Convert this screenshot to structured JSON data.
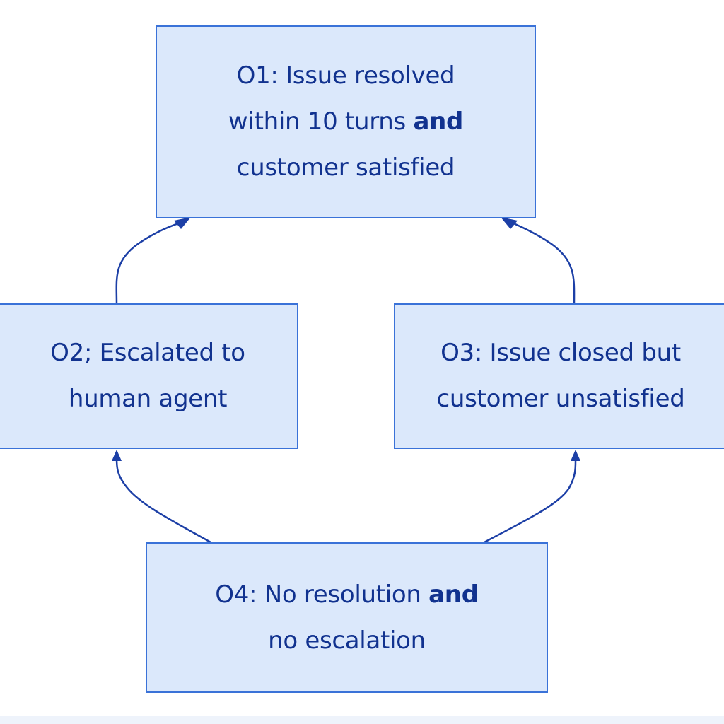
{
  "diagram": {
    "nodes": {
      "o1": {
        "line1": "O1: Issue resolved",
        "line2_pre": "within 10 turns ",
        "line2_bold": "and",
        "line3": "customer satisfied"
      },
      "o2": {
        "line1": "O2; Escalated to",
        "line2": "human agent"
      },
      "o3": {
        "line1": "O3: Issue closed but",
        "line2": "customer unsatisfied"
      },
      "o4": {
        "line1_pre": "O4: No resolution ",
        "line1_bold": "and",
        "line2": "no escalation"
      }
    },
    "edges": [
      {
        "from": "O2",
        "to": "O1"
      },
      {
        "from": "O3",
        "to": "O1"
      },
      {
        "from": "O4",
        "to": "O2"
      },
      {
        "from": "O4",
        "to": "O3"
      }
    ],
    "colors": {
      "node_fill": "#dbe8fb",
      "node_border": "#3a72d8",
      "text": "#11328f",
      "edge": "#1c3fa6"
    }
  }
}
